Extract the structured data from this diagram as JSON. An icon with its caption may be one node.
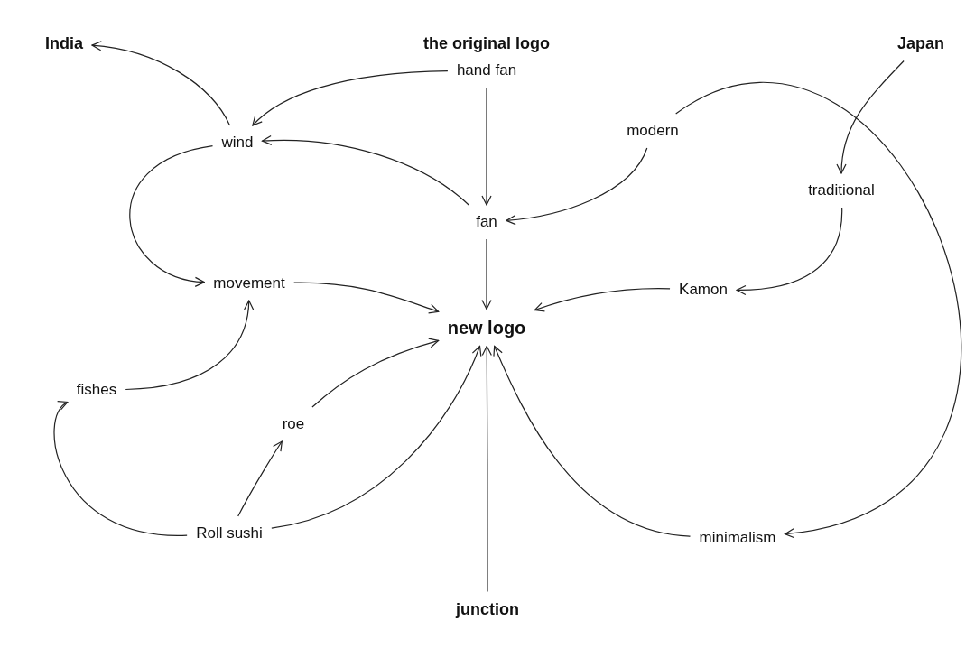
{
  "diagram": {
    "nodes": [
      {
        "text": [
          "the original logo"
        ]
      },
      {
        "text": [
          "hand fan"
        ]
      },
      {
        "text": [
          "India"
        ]
      },
      {
        "text": [
          "Japan"
        ]
      },
      {
        "text": [
          "wind"
        ]
      },
      {
        "text": [
          "modern"
        ]
      },
      {
        "text": [
          "traditional"
        ]
      },
      {
        "text": [
          "fan"
        ]
      },
      {
        "text": [
          "movement"
        ]
      },
      {
        "text": [
          "Kamon"
        ]
      },
      {
        "text": [
          "new logo"
        ]
      },
      {
        "text": [
          "fishes"
        ]
      },
      {
        "text": [
          "roe"
        ]
      },
      {
        "text": [
          "Roll sushi"
        ]
      },
      {
        "text": [
          "minimalism"
        ]
      },
      {
        "text": [
          "junction"
        ]
      }
    ],
    "edges": [
      {
        "from": 4,
        "to": 2,
        "arrow": "to"
      },
      {
        "from": 1,
        "to": 4,
        "arrow": "to"
      },
      {
        "from": 1,
        "to": 7,
        "arrow": "to"
      },
      {
        "from": 7,
        "to": 4,
        "arrow": "to"
      },
      {
        "from": 5,
        "to": 7,
        "arrow": "to"
      },
      {
        "from": 5,
        "to": 14,
        "arrow": "to"
      },
      {
        "from": 3,
        "to": 6,
        "arrow": "to"
      },
      {
        "from": 6,
        "to": 9,
        "arrow": "to"
      },
      {
        "from": 9,
        "to": 10,
        "arrow": "to"
      },
      {
        "from": 7,
        "to": 10,
        "arrow": "to"
      },
      {
        "from": 4,
        "to": 8,
        "arrow": "to"
      },
      {
        "from": 8,
        "to": 10,
        "arrow": "to"
      },
      {
        "from": 11,
        "to": 8,
        "arrow": "to"
      },
      {
        "from": 13,
        "to": 11,
        "arrow": "to"
      },
      {
        "from": 13,
        "to": 12,
        "arrow": "to"
      },
      {
        "from": 12,
        "to": 10,
        "arrow": "to"
      },
      {
        "from": 13,
        "to": 10,
        "arrow": "to"
      },
      {
        "from": 15,
        "to": 10,
        "arrow": "to"
      },
      {
        "from": 14,
        "to": 10,
        "arrow": "to"
      }
    ]
  }
}
